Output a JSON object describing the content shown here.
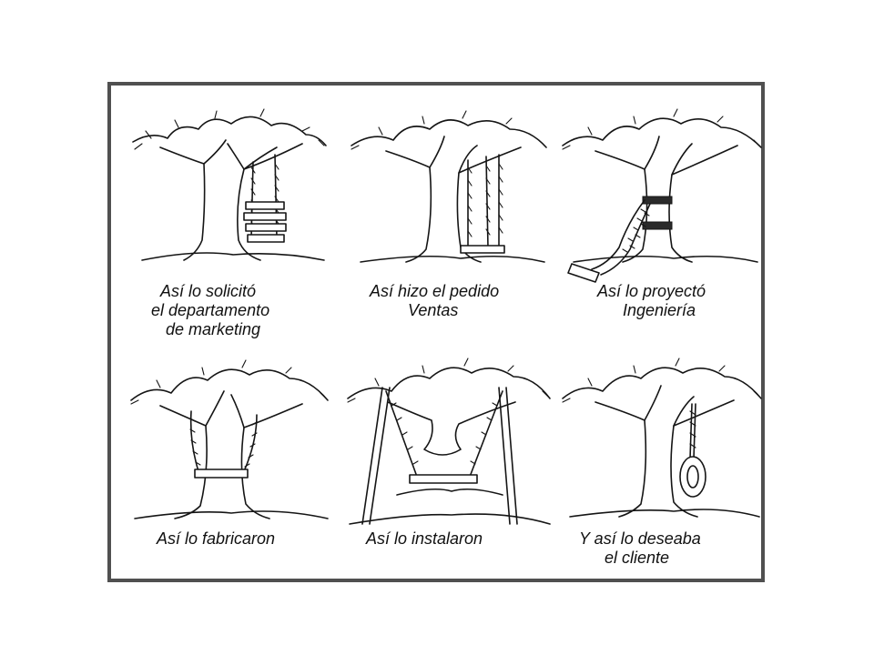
{
  "panels": [
    {
      "lines": [
        "Así lo solicitó",
        "el departamento",
        "de marketing"
      ]
    },
    {
      "lines": [
        "Así hizo el pedido",
        "Ventas"
      ]
    },
    {
      "lines": [
        "Así lo proyectó",
        "Ingeniería"
      ]
    },
    {
      "lines": [
        "Así lo fabricaron"
      ]
    },
    {
      "lines": [
        "Así lo instalaron"
      ]
    },
    {
      "lines": [
        "Y así lo deseaba",
        "el cliente"
      ]
    }
  ],
  "colors": {
    "border": "#505050",
    "ink": "#151515",
    "background": "#ffffff"
  }
}
